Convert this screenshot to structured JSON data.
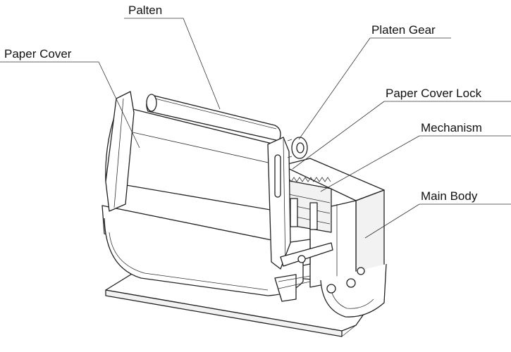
{
  "labels": {
    "platen": "Palten",
    "paper_cover": "Paper Cover",
    "platen_gear": "Platen Gear",
    "paper_cover_lock": "Paper Cover Lock",
    "mechanism": "Mechanism",
    "main_body": "Main Body"
  },
  "colors": {
    "line": "#222222",
    "background": "#ffffff"
  }
}
